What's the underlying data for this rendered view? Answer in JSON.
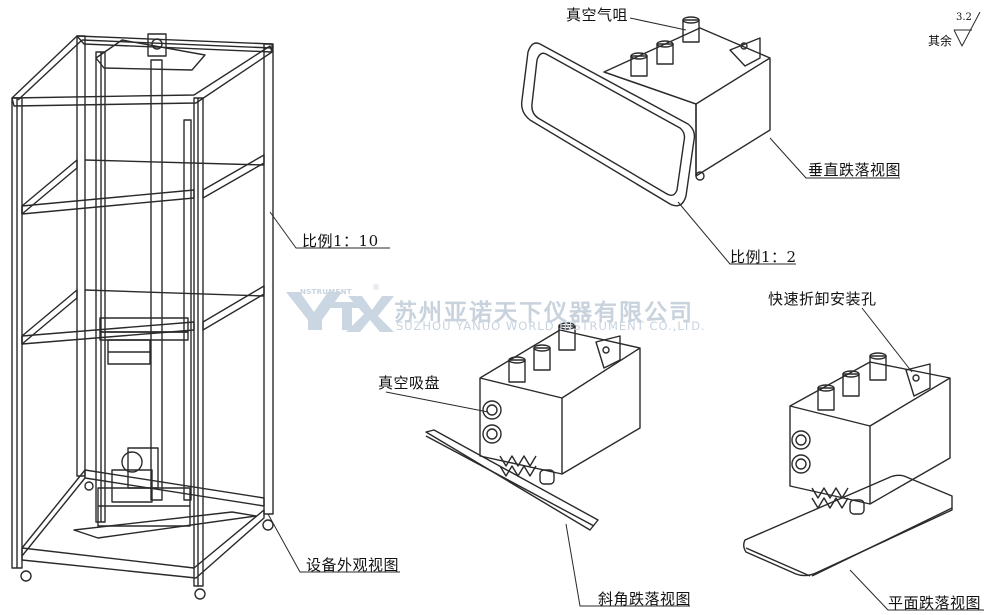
{
  "labels": {
    "vacuum_nozzle": "真空气咀",
    "vertical_drop_view": "垂直跌落视图",
    "scale_1_2": "比例1：2",
    "scale_1_10": "比例1：10",
    "vacuum_cup": "真空吸盘",
    "quick_mount_hole": "快速折卸安装孔",
    "equipment_view": "设备外观视图",
    "angle_drop_view": "斜角跌落视图",
    "flat_drop_view": "平面跌落视图"
  },
  "roughness": {
    "value": "3.2",
    "note": "其余"
  },
  "watermark": {
    "company_cn": "苏州亚诺天下仪器有限公司",
    "company_en": "SUZHOU YANUO WORLD INSTRUMENT CO.,LTD.",
    "logo_small": "NSTRUMENT",
    "logo_mark": "®"
  },
  "colors": {
    "line": "#2a2a2a",
    "watermark": "#c9d3de",
    "logo_blue": "#9fb6cc"
  }
}
